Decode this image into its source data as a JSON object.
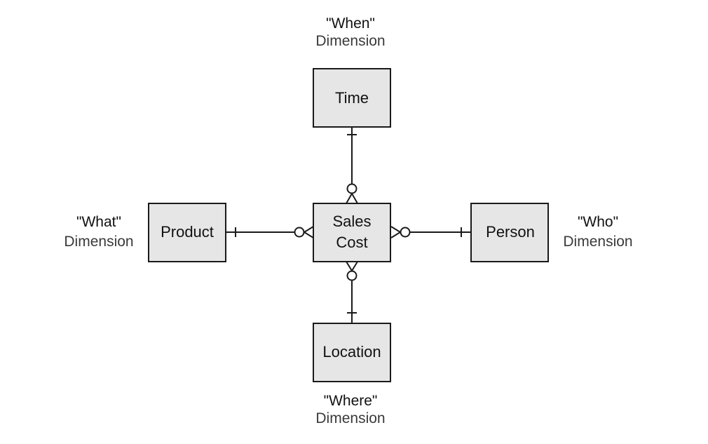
{
  "entities": {
    "time": "Time",
    "product": "Product",
    "fact_line1": "Sales",
    "fact_line2": "Cost",
    "person": "Person",
    "location": "Location"
  },
  "captions": {
    "when": {
      "quote": "\"When\"",
      "sub": "Dimension"
    },
    "what": {
      "quote": "\"What\"",
      "sub": "Dimension"
    },
    "who": {
      "quote": "\"Who\"",
      "sub": "Dimension"
    },
    "where": {
      "quote": "\"Where\"",
      "sub": "Dimension"
    }
  },
  "relationships": [
    {
      "from": "Time",
      "to": "Sales Cost",
      "from_cardinality": "one",
      "to_cardinality": "zero-or-many"
    },
    {
      "from": "Product",
      "to": "Sales Cost",
      "from_cardinality": "one",
      "to_cardinality": "zero-or-many"
    },
    {
      "from": "Person",
      "to": "Sales Cost",
      "from_cardinality": "one",
      "to_cardinality": "zero-or-many"
    },
    {
      "from": "Location",
      "to": "Sales Cost",
      "from_cardinality": "one",
      "to_cardinality": "zero-or-many"
    }
  ],
  "colors": {
    "entity_fill": "#e6e6e6",
    "stroke": "#1a1a1a",
    "text": "#111111"
  }
}
